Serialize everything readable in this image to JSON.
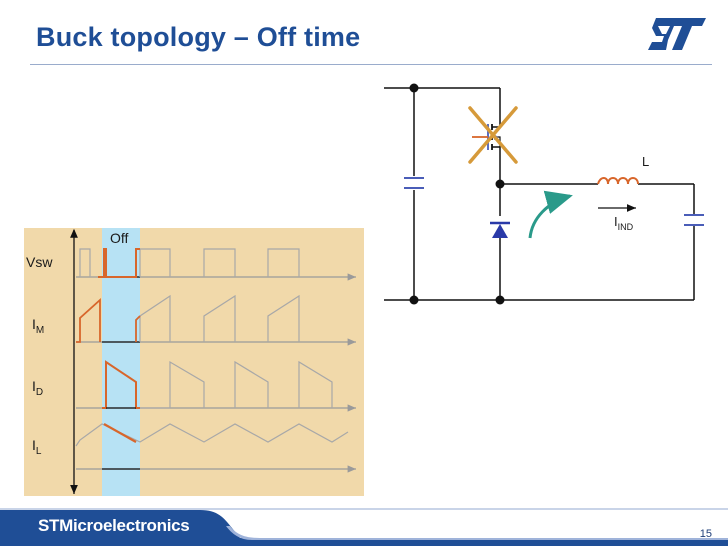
{
  "slide": {
    "title": "Buck topology – Off time",
    "page_number": "15",
    "brand": "STMicroelectronics",
    "logo_text": "ST"
  },
  "waveforms": {
    "off_label": "Off",
    "vsw": "Vsw",
    "im": {
      "main": "I",
      "sub": "M"
    },
    "id": {
      "main": "I",
      "sub": "D"
    },
    "il": {
      "main": "I",
      "sub": "L"
    }
  },
  "circuit": {
    "inductor_label": "L",
    "current_label": {
      "main": "I",
      "sub": "IND"
    }
  },
  "colors": {
    "title": "#1f4e96",
    "highlight": "#d8662b",
    "panel": "#f1d9aa",
    "off_window": "#b7e2f4",
    "wire": "#111111",
    "capacitor": "#4a5db8",
    "diode": "#2a3aa8",
    "switch_cross": "#d69a3a",
    "arrow": "#2a9a8a",
    "footer_blue": "#1f4e96"
  }
}
